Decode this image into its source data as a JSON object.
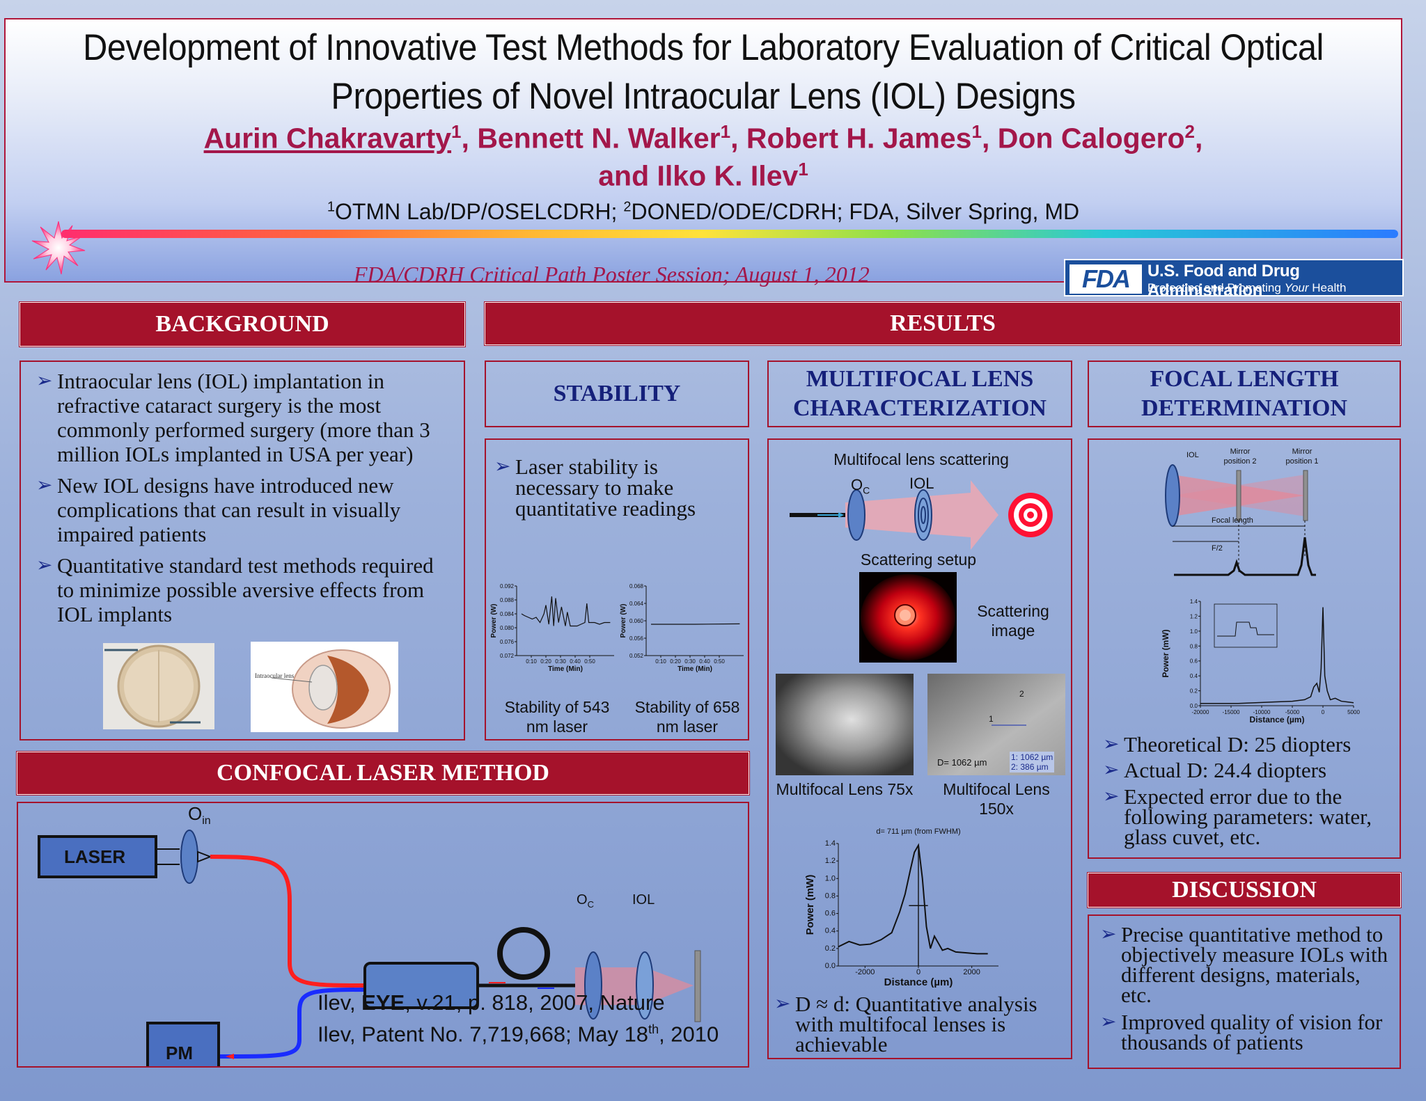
{
  "header": {
    "title_line_1": "Development of Innovative Test Methods for Laboratory Evaluation of Critical Optical",
    "title_line_2": "Properties of Novel Intraocular Lens (IOL) Designs",
    "authors": [
      {
        "name": "Aurin Chakravarty",
        "sup": "1",
        "sep": ", "
      },
      {
        "name": "Bennett N. Walker",
        "sup": "1",
        "sep": ", "
      },
      {
        "name": "Robert H. James",
        "sup": "1",
        "sep": ", "
      },
      {
        "name": "Don Calogero",
        "sup": "2",
        "sep": ","
      },
      {
        "name": "and Ilko K. Ilev",
        "sup": "1",
        "sep": ""
      }
    ],
    "affiliation": {
      "sup1": "1",
      "part1": "OTMN Lab/DP/OSELCDRH; ",
      "sup2": "2",
      "part2": "DONED/ODE/CDRH; FDA, Silver Spring, MD"
    },
    "session": "FDA/CDRH Critical Path Poster Session; August 1, 2012",
    "fda_logo": {
      "mark": "FDA",
      "name": "U.S. Food and Drug Administration",
      "tagline_a": "Protecting and Promoting ",
      "tagline_b": "Your",
      "tagline_c": " Health"
    }
  },
  "background": {
    "heading": "BACKGROUND",
    "bullets": [
      "Intraocular lens (IOL) implantation in refractive cataract surgery is the most commonly performed surgery (more than 3 million IOLs implanted in USA per year)",
      "New IOL designs have introduced new complications that can result in visually impaired patients",
      "Quantitative standard test methods required to minimize possible aversive effects from IOL implants"
    ],
    "image_label": "Intraocular lens"
  },
  "results": {
    "heading": "RESULTS"
  },
  "stability": {
    "heading": "STABILITY",
    "bullet": "Laser stability is necessary to make quantitative readings",
    "caption_1": "Stability of 543 nm laser",
    "caption_2": "Stability of 658 nm laser"
  },
  "multifocal": {
    "heading_1": "MULTIFOCAL LENS",
    "heading_2": "CHARACTERIZATION",
    "scatter_title": "Multifocal lens scattering",
    "oc_label": "O",
    "oc_sub": "C",
    "iol_label": "IOL",
    "setup_caption": "Scattering setup",
    "image_caption": "Scattering image",
    "lens75_caption": "Multifocal Lens 75x",
    "lens150_caption": "Multifocal Lens 150x",
    "micro_d": "D= 1062 µm",
    "micro_legend_1": "1: 1062 µm",
    "micro_legend_2": "2: 386 µm",
    "micro_mark_1": "1",
    "micro_mark_2": "2",
    "bullet": "D ≈ d: Quantitative analysis with multifocal lenses is achievable"
  },
  "focal": {
    "heading_1": "FOCAL LENGTH",
    "heading_2": "DETERMINATION",
    "diagram": {
      "iol": "IOL",
      "mirror_2": "Mirror position 2",
      "mirror_1": "Mirror position 1",
      "focal_length": "Focal length",
      "half": "F/2"
    },
    "bullets": [
      "Theoretical D: 25 diopters",
      "Actual D: 24.4 diopters",
      "Expected error due to the following parameters: water, glass cuvet, etc."
    ]
  },
  "discussion": {
    "heading": "DISCUSSION",
    "bullets": [
      "Precise quantitative method to objectively measure IOLs with different designs, materials, etc.",
      "Improved quality of vision for thousands of patients"
    ]
  },
  "confocal": {
    "heading": "CONFOCAL LASER METHOD",
    "laser": "LASER",
    "pm": "PM",
    "oin": "O",
    "oin_sub": "in",
    "oc": "O",
    "oc_sub": "C",
    "iol": "IOL",
    "ref_1_a": "Ilev, ",
    "ref_1_b": "EYE",
    "ref_1_c": ", v.21, p. 818, 2007, Nature",
    "ref_2_a": "Ilev, Patent No. 7,719,668; May 18",
    "ref_2_sup": "th",
    "ref_2_b": ", 2010"
  },
  "chart_data": [
    {
      "type": "line",
      "title": "",
      "xlabel": "Time (Min)",
      "ylabel": "Power (W)",
      "x_ticks": [
        "0:10",
        "0:20",
        "0:30",
        "0:40",
        "0:50"
      ],
      "ylim": [
        0.072,
        0.092
      ],
      "y_ticks": [
        0.072,
        0.076,
        0.08,
        0.084,
        0.088,
        0.092
      ],
      "series": [
        {
          "x": [
            0.05,
            0.08,
            0.12,
            0.16,
            0.2,
            0.24,
            0.28,
            0.3,
            0.33,
            0.36,
            0.38,
            0.4,
            0.43,
            0.46,
            0.5,
            0.52,
            0.55,
            0.58,
            0.62,
            0.66,
            0.7,
            0.72,
            0.74,
            0.76,
            0.8,
            0.85,
            0.9,
            0.93,
            0.96
          ],
          "y": [
            0.084,
            0.0835,
            0.083,
            0.0825,
            0.083,
            0.0815,
            0.084,
            0.0865,
            0.081,
            0.089,
            0.0805,
            0.0885,
            0.0815,
            0.086,
            0.0805,
            0.0845,
            0.0805,
            0.0805,
            0.0805,
            0.081,
            0.0815,
            0.087,
            0.0815,
            0.0815,
            0.0815,
            0.081,
            0.0815,
            0.0815,
            0.0815
          ]
        }
      ]
    },
    {
      "type": "line",
      "title": "",
      "xlabel": "Time (Min)",
      "ylabel": "Power (W)",
      "x_ticks": [
        "0:10",
        "0:20",
        "0:30",
        "0:40",
        "0:50"
      ],
      "ylim": [
        0.052,
        0.068
      ],
      "y_ticks": [
        0.052,
        0.056,
        0.06,
        0.064,
        0.068
      ],
      "series": [
        {
          "x": [
            0.05,
            0.5,
            0.96
          ],
          "y": [
            0.0592,
            0.0592,
            0.0593
          ]
        }
      ]
    },
    {
      "type": "line",
      "title": "",
      "annotation": "d= 711 µm (from FWHM)",
      "xlabel": "Distance (µm)",
      "ylabel": "Power (mW)",
      "xlim": [
        -3000,
        3000
      ],
      "x_ticks": [
        -2000,
        0,
        2000
      ],
      "ylim": [
        0,
        1.4
      ],
      "y_ticks": [
        0.0,
        0.2,
        0.4,
        0.6,
        0.8,
        1.0,
        1.2,
        1.4
      ],
      "series": [
        {
          "x": [
            -3000,
            -2600,
            -2200,
            -1800,
            -1400,
            -1000,
            -700,
            -500,
            -300,
            -150,
            0,
            150,
            300,
            450,
            600,
            750,
            900,
            1100,
            1400,
            1800,
            2200,
            2600
          ],
          "y": [
            0.22,
            0.28,
            0.24,
            0.25,
            0.3,
            0.38,
            0.62,
            0.82,
            1.1,
            1.3,
            1.38,
            1.0,
            0.45,
            0.2,
            0.34,
            0.26,
            0.18,
            0.2,
            0.16,
            0.15,
            0.14,
            0.14
          ]
        }
      ]
    },
    {
      "type": "line",
      "title": "",
      "xlabel": "Distance (µm)",
      "ylabel": "Power (mW)",
      "xlim": [
        -20000,
        5000
      ],
      "x_ticks": [
        -20000,
        -15000,
        -10000,
        -5000,
        0,
        5000
      ],
      "ylim": [
        0,
        1.4
      ],
      "y_ticks": [
        0.0,
        0.2,
        0.4,
        0.6,
        0.8,
        1.0,
        1.2,
        1.4
      ],
      "series": [
        {
          "x": [
            -20000,
            -17000,
            -14000,
            -11000,
            -8000,
            -5000,
            -3000,
            -2000,
            -1500,
            -1000,
            -600,
            -300,
            0,
            300,
            700,
            1200,
            2000,
            3000,
            4000,
            5000
          ],
          "y": [
            0.03,
            0.03,
            0.03,
            0.04,
            0.05,
            0.06,
            0.08,
            0.12,
            0.25,
            0.3,
            0.18,
            0.5,
            1.32,
            0.4,
            0.2,
            0.08,
            0.1,
            0.06,
            0.05,
            0.04
          ]
        }
      ]
    }
  ]
}
